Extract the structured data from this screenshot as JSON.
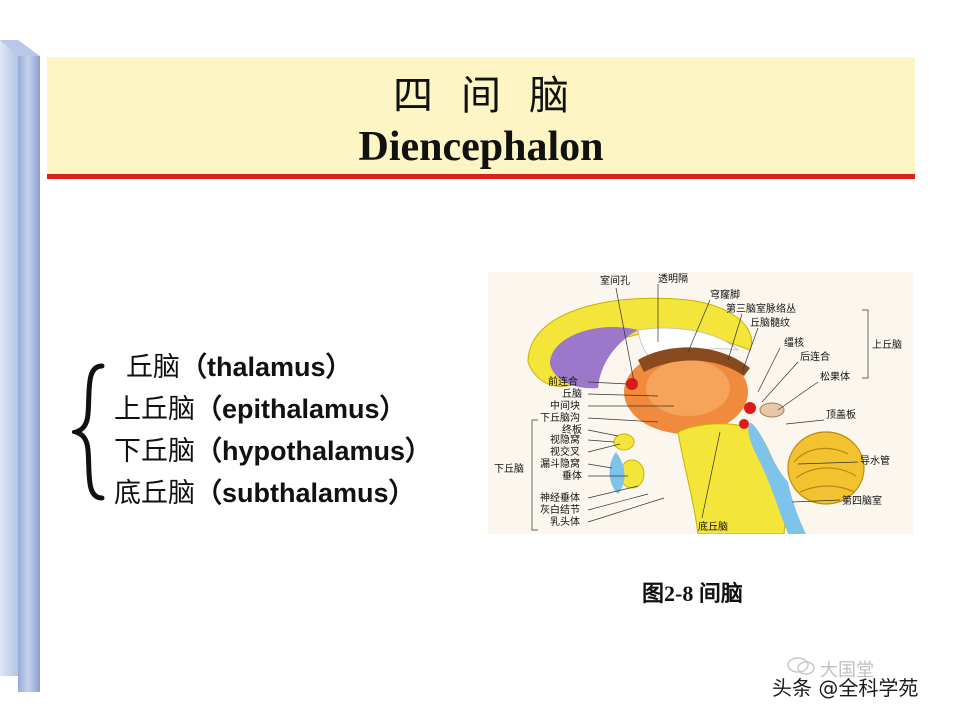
{
  "title": {
    "chinese": "四间脑",
    "english": "Diencephalon"
  },
  "subdivisions": [
    {
      "cn": "丘脑",
      "en": "（thalamus）"
    },
    {
      "cn": "上丘脑",
      "en": "（epithalamus）"
    },
    {
      "cn": "下丘脑",
      "en": "（hypothalamus）"
    },
    {
      "cn": "底丘脑",
      "en": "（subthalamus）"
    }
  ],
  "figure": {
    "caption": "图2-8 间脑",
    "labels": {
      "shijiankong": "室间孔",
      "toumingge": "透明隔",
      "qionglongjiao": "穹窿脚",
      "disannao": "第三脑室脉络丛",
      "qiunaosuiwen": "丘脑髓纹",
      "jianghe": "缰核",
      "houlianhe": "后连合",
      "songguoti": "松果体",
      "shangqiunao": "上丘脑",
      "dinggaiban": "顶盖板",
      "daoshuiguan": "导水管",
      "disinaoshi": "第四脑室",
      "diqiunao": "底丘脑",
      "qianlianhe": "前连合",
      "qiunao": "丘脑",
      "zhongjiankuai": "中间块",
      "xiaqiunaogou": "下丘脑沟",
      "zhongban": "终板",
      "shiyinwo": "视隐窝",
      "shijiaocha": "视交叉",
      "loudouyinwo": "漏斗隐窝",
      "chuiti": "垂体",
      "xiaqiunao": "下丘脑",
      "shenjingchuiti": "神经垂体",
      "huibaijiejie": "灰白结节",
      "rutouti": "乳头体"
    }
  },
  "watermark": {
    "text": "头条 @全科学苑",
    "faint": "大国堂"
  },
  "colors": {
    "banner": "#fdf6c4",
    "rule": "#d8201d",
    "sidebar": "#a9bbe0"
  }
}
